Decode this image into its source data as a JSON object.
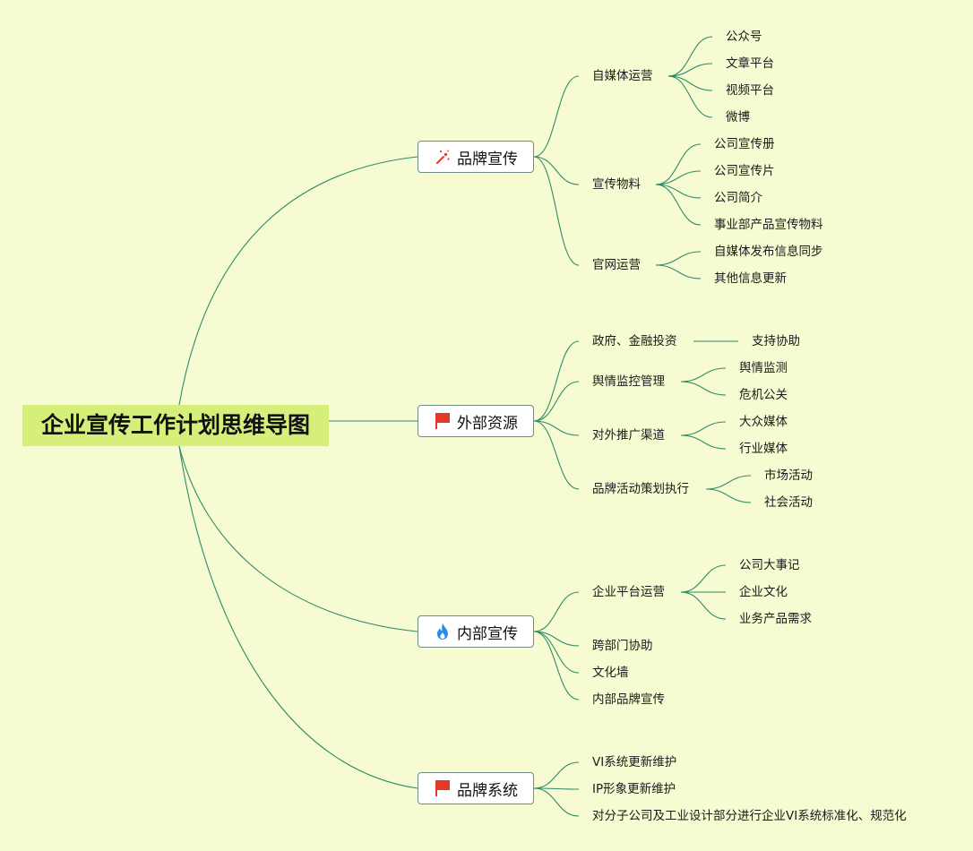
{
  "root": {
    "title": "企业宣传工作计划思维导图"
  },
  "branches": [
    {
      "label": "品牌宣传",
      "icon": "sparkle-icon",
      "children": [
        {
          "label": "自媒体运营",
          "children": [
            "公众号",
            "文章平台",
            "视频平台",
            "微博"
          ]
        },
        {
          "label": "宣传物料",
          "children": [
            "公司宣传册",
            "公司宣传片",
            "公司简介",
            "事业部产品宣传物料"
          ]
        },
        {
          "label": "官网运营",
          "children": [
            "自媒体发布信息同步",
            "其他信息更新"
          ]
        }
      ]
    },
    {
      "label": "外部资源",
      "icon": "red-flag-icon",
      "children": [
        {
          "label": "政府、金融投资",
          "children": [
            "支持协助"
          ]
        },
        {
          "label": "舆情监控管理",
          "children": [
            "舆情监测",
            "危机公关"
          ]
        },
        {
          "label": "对外推广渠道",
          "children": [
            "大众媒体",
            "行业媒体"
          ]
        },
        {
          "label": "品牌活动策划执行",
          "children": [
            "市场活动",
            "社会活动"
          ]
        }
      ]
    },
    {
      "label": "内部宣传",
      "icon": "flame-icon",
      "children": [
        {
          "label": "企业平台运营",
          "children": [
            "公司大事记",
            "企业文化",
            "业务产品需求"
          ]
        },
        {
          "label": "跨部门协助",
          "children": []
        },
        {
          "label": "文化墙",
          "children": []
        },
        {
          "label": "内部品牌宣传",
          "children": []
        }
      ]
    },
    {
      "label": "品牌系统",
      "icon": "red-flag-icon",
      "children": [
        {
          "label": "VI系统更新维护",
          "children": []
        },
        {
          "label": "IP形象更新维护",
          "children": []
        },
        {
          "label": "对分子公司及工业设计部分进行企业VI系统标准化、规范化",
          "children": []
        }
      ]
    }
  ],
  "colors": {
    "background": "#f6fbd2",
    "root_fill": "#d6ee7a",
    "connector": "#2e8b6a",
    "flag": "#e53927",
    "flame": "#2c8be8",
    "sparkle": "#e53927"
  }
}
